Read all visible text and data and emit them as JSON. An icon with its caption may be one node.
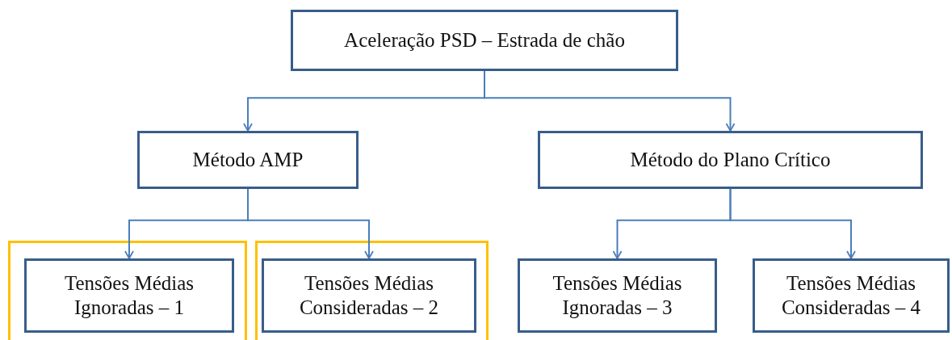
{
  "diagram": {
    "nodes": [
      {
        "text": [
          "Aceleração PSD – Estrada de chão"
        ]
      },
      {
        "text": [
          "Método AMP"
        ]
      },
      {
        "text": [
          "Método do Plano Crítico"
        ]
      },
      {
        "text": [
          "Tensões Médias Ignoradas – 1"
        ]
      },
      {
        "text": [
          "Tensões Médias Consideradas – 2"
        ]
      },
      {
        "text": [
          "Tensões Médias Ignoradas – 3"
        ]
      },
      {
        "text": [
          "Tensões Médias Consideradas – 4"
        ]
      }
    ],
    "edges": [
      {
        "from": 0,
        "to": 1,
        "arrow": "to"
      },
      {
        "from": 0,
        "to": 2,
        "arrow": "to"
      },
      {
        "from": 1,
        "to": 3,
        "arrow": "to"
      },
      {
        "from": 1,
        "to": 4,
        "arrow": "to"
      },
      {
        "from": 2,
        "to": 5,
        "arrow": "to"
      },
      {
        "from": 2,
        "to": 6,
        "arrow": "to"
      }
    ]
  }
}
